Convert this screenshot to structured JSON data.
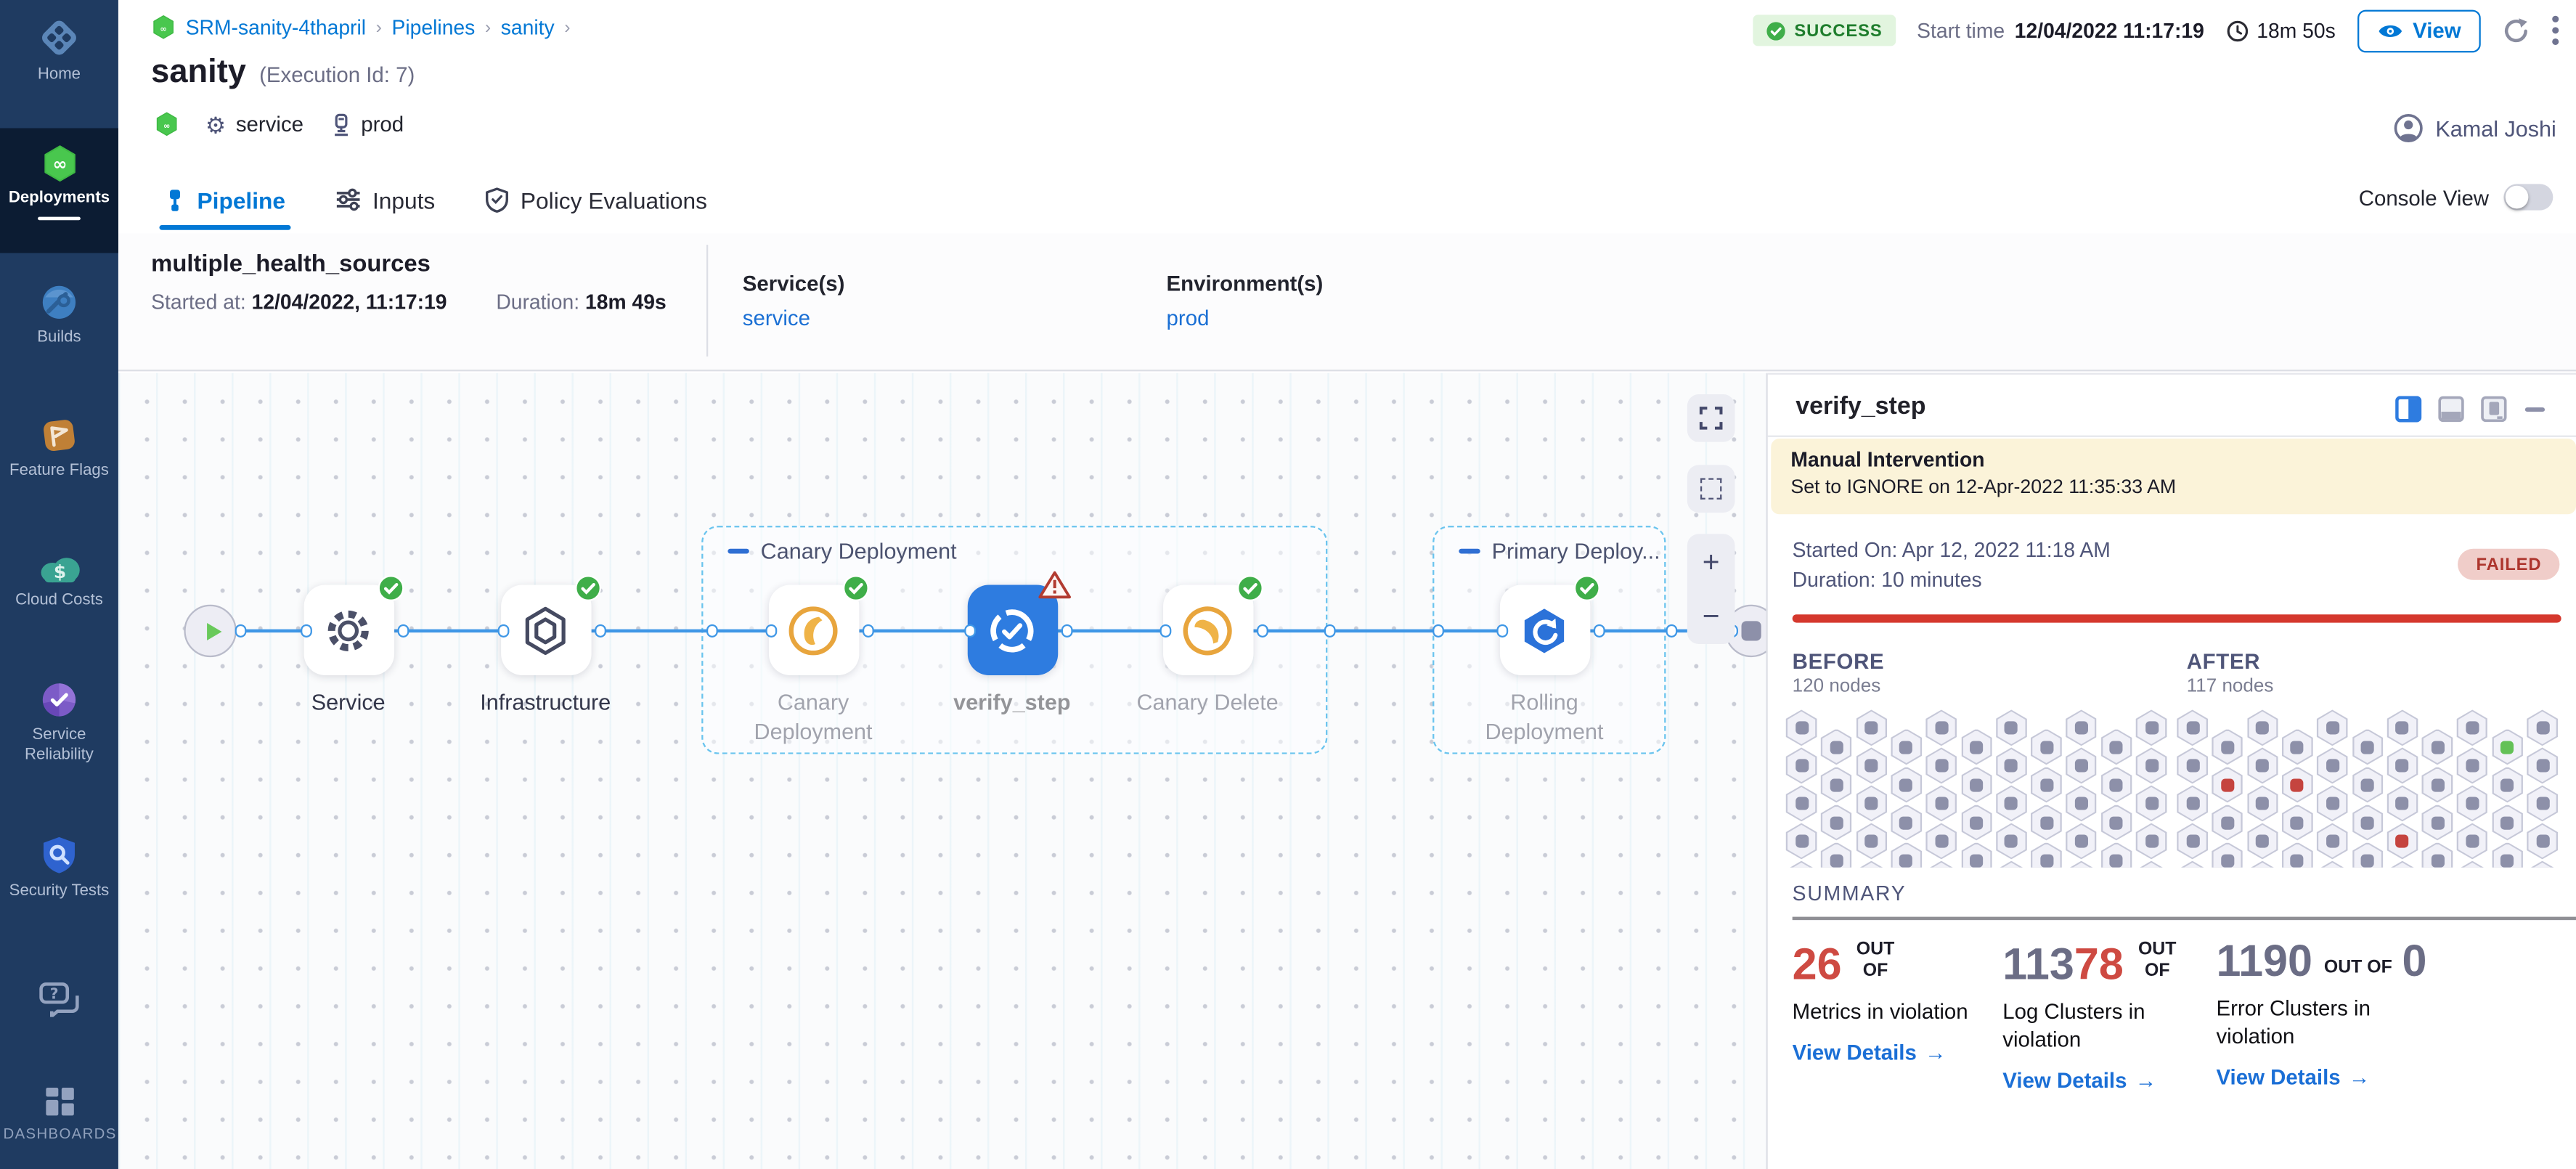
{
  "colors": {
    "accent": "#0278d5",
    "success": "#1e7d2c",
    "failed": "#ad352d",
    "red": "#d5382d",
    "link": "#1b6fd6",
    "node_selected": "#2e7ce0"
  },
  "sidebar": {
    "items": [
      {
        "id": "home",
        "label": "Home",
        "icon": "home-icon",
        "active": false
      },
      {
        "id": "deployments",
        "label": "Deployments",
        "icon": "deployments-icon",
        "active": true
      },
      {
        "id": "builds",
        "label": "Builds",
        "icon": "builds-icon",
        "active": false
      },
      {
        "id": "feature-flags",
        "label": "Feature Flags",
        "icon": "feature-flags-icon",
        "active": false
      },
      {
        "id": "cloud-costs",
        "label": "Cloud Costs",
        "icon": "cloud-costs-icon",
        "active": false
      },
      {
        "id": "service-reliability",
        "label": "Service Reliability",
        "icon": "service-reliability-icon",
        "active": false
      },
      {
        "id": "security-tests",
        "label": "Security Tests",
        "icon": "security-tests-icon",
        "active": false
      },
      {
        "id": "help",
        "label": "",
        "icon": "help-chat-icon",
        "active": false
      },
      {
        "id": "dashboards",
        "label": "DASHBOARDS",
        "icon": "dashboards-icon",
        "active": false
      }
    ]
  },
  "breadcrumb": {
    "links": [
      "SRM-sanity-4thapril",
      "Pipelines",
      "sanity"
    ],
    "separator": "›"
  },
  "run_header": {
    "status": "SUCCESS",
    "start_time_label": "Start time",
    "start_time": "12/04/2022 11:17:19",
    "elapsed": "18m 50s",
    "view_label": "View",
    "title": "sanity",
    "execution_id": "(Execution Id: 7)",
    "service_tag": "service",
    "environment_tag": "prod",
    "user_name": "Kamal Joshi"
  },
  "tabs": {
    "items": [
      {
        "label": "Pipeline",
        "icon": "pipeline-icon",
        "active": true
      },
      {
        "label": "Inputs",
        "icon": "inputs-icon",
        "active": false
      },
      {
        "label": "Policy Evaluations",
        "icon": "policy-icon",
        "active": false
      }
    ],
    "console_view_label": "Console View",
    "console_view_on": false
  },
  "stage_info": {
    "title": "multiple_health_sources",
    "started_label": "Started at:",
    "started_value": "12/04/2022, 11:17:19",
    "duration_label": "Duration:",
    "duration_value": "18m 49s",
    "services_label": "Service(s)",
    "services_value": "service",
    "environments_label": "Environment(s)",
    "environments_value": "prod"
  },
  "pipeline": {
    "groups": [
      {
        "label": "Canary Deployment"
      },
      {
        "label": "Primary Deploy..."
      }
    ],
    "nodes": [
      {
        "label": "Service",
        "icon": "gear-icon",
        "status": "success",
        "selected": false
      },
      {
        "label": "Infrastructure",
        "icon": "infrastructure-icon",
        "status": "success",
        "selected": false
      },
      {
        "label": "Canary\nDeployment",
        "icon": "canary-icon",
        "status": "success",
        "selected": false
      },
      {
        "label": "verify_step",
        "icon": "verify-icon",
        "status": "warning",
        "selected": true
      },
      {
        "label": "Canary Delete",
        "icon": "canary-delete-icon",
        "status": "success",
        "selected": false
      },
      {
        "label": "Rolling\nDeployment",
        "icon": "rolling-icon",
        "status": "success",
        "selected": false
      }
    ]
  },
  "details_panel": {
    "title": "verify_step",
    "banner_title": "Manual Intervention",
    "banner_subtitle": "Set to IGNORE on 12-Apr-2022 11:35:33 AM",
    "started_on": "Started On: Apr 12, 2022 11:18 AM",
    "duration": "Duration: 10 minutes",
    "status_badge": "FAILED",
    "before_label": "BEFORE",
    "before_nodes": "120 nodes",
    "after_label": "AFTER",
    "after_nodes": "117 nodes",
    "summary_label": "SUMMARY",
    "hex_grid": {
      "cols": 11,
      "rows": 5,
      "before_highlights": {},
      "after_highlights": {
        "9,0": "green",
        "1,1": "red",
        "3,1": "red",
        "6,3": "red"
      }
    },
    "stats": [
      {
        "parts": [
          {
            "text": "26",
            "color": "red"
          }
        ],
        "out_of": "OUT OF",
        "total": "",
        "label": "Metrics in violation",
        "link": "View Details"
      },
      {
        "parts": [
          {
            "text": "113",
            "color": "slate"
          },
          {
            "text": "78",
            "color": "red"
          }
        ],
        "out_of": "OUT OF",
        "total": "",
        "label": "Log Clusters in violation",
        "link": "View Details"
      },
      {
        "parts": [
          {
            "text": "1190",
            "color": "slate"
          }
        ],
        "out_of": "OUT OF",
        "total": "0",
        "label": "Error Clusters in violation",
        "link": "View Details"
      }
    ]
  }
}
